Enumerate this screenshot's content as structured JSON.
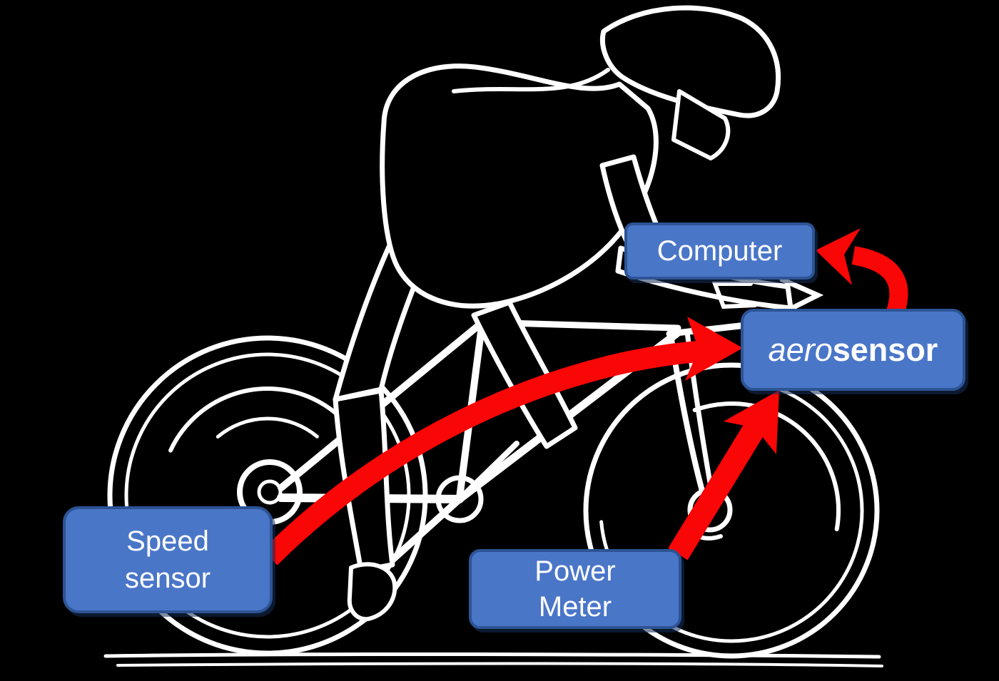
{
  "canvas": {
    "background": "#000000"
  },
  "colors": {
    "background": "#000000",
    "line_art": "#FFFFFF",
    "arrow": "#F90606",
    "node_fill": "#4A76C8",
    "node_border": "#2C5494",
    "node_text": "#FFFFFF"
  },
  "illustration": {
    "name": "cyclist-silhouette",
    "description": "black racing cyclist line art with white outlines on black background, two wheels, ground line"
  },
  "nodes": {
    "computer": {
      "label": "Computer"
    },
    "aerosensor": {
      "label_italic": "aero",
      "label_bold": "sensor"
    },
    "speed_sensor": {
      "line1": "Speed",
      "line2": "sensor"
    },
    "power_meter": {
      "line1": "Power",
      "line2": "Meter"
    }
  },
  "edges": [
    {
      "from": "speed_sensor",
      "to": "aerosensor",
      "style": "curved-red-arrow"
    },
    {
      "from": "power_meter",
      "to": "aerosensor",
      "style": "straight-red-arrow"
    },
    {
      "from": "aerosensor",
      "to": "computer",
      "style": "curved-red-arrow"
    }
  ]
}
